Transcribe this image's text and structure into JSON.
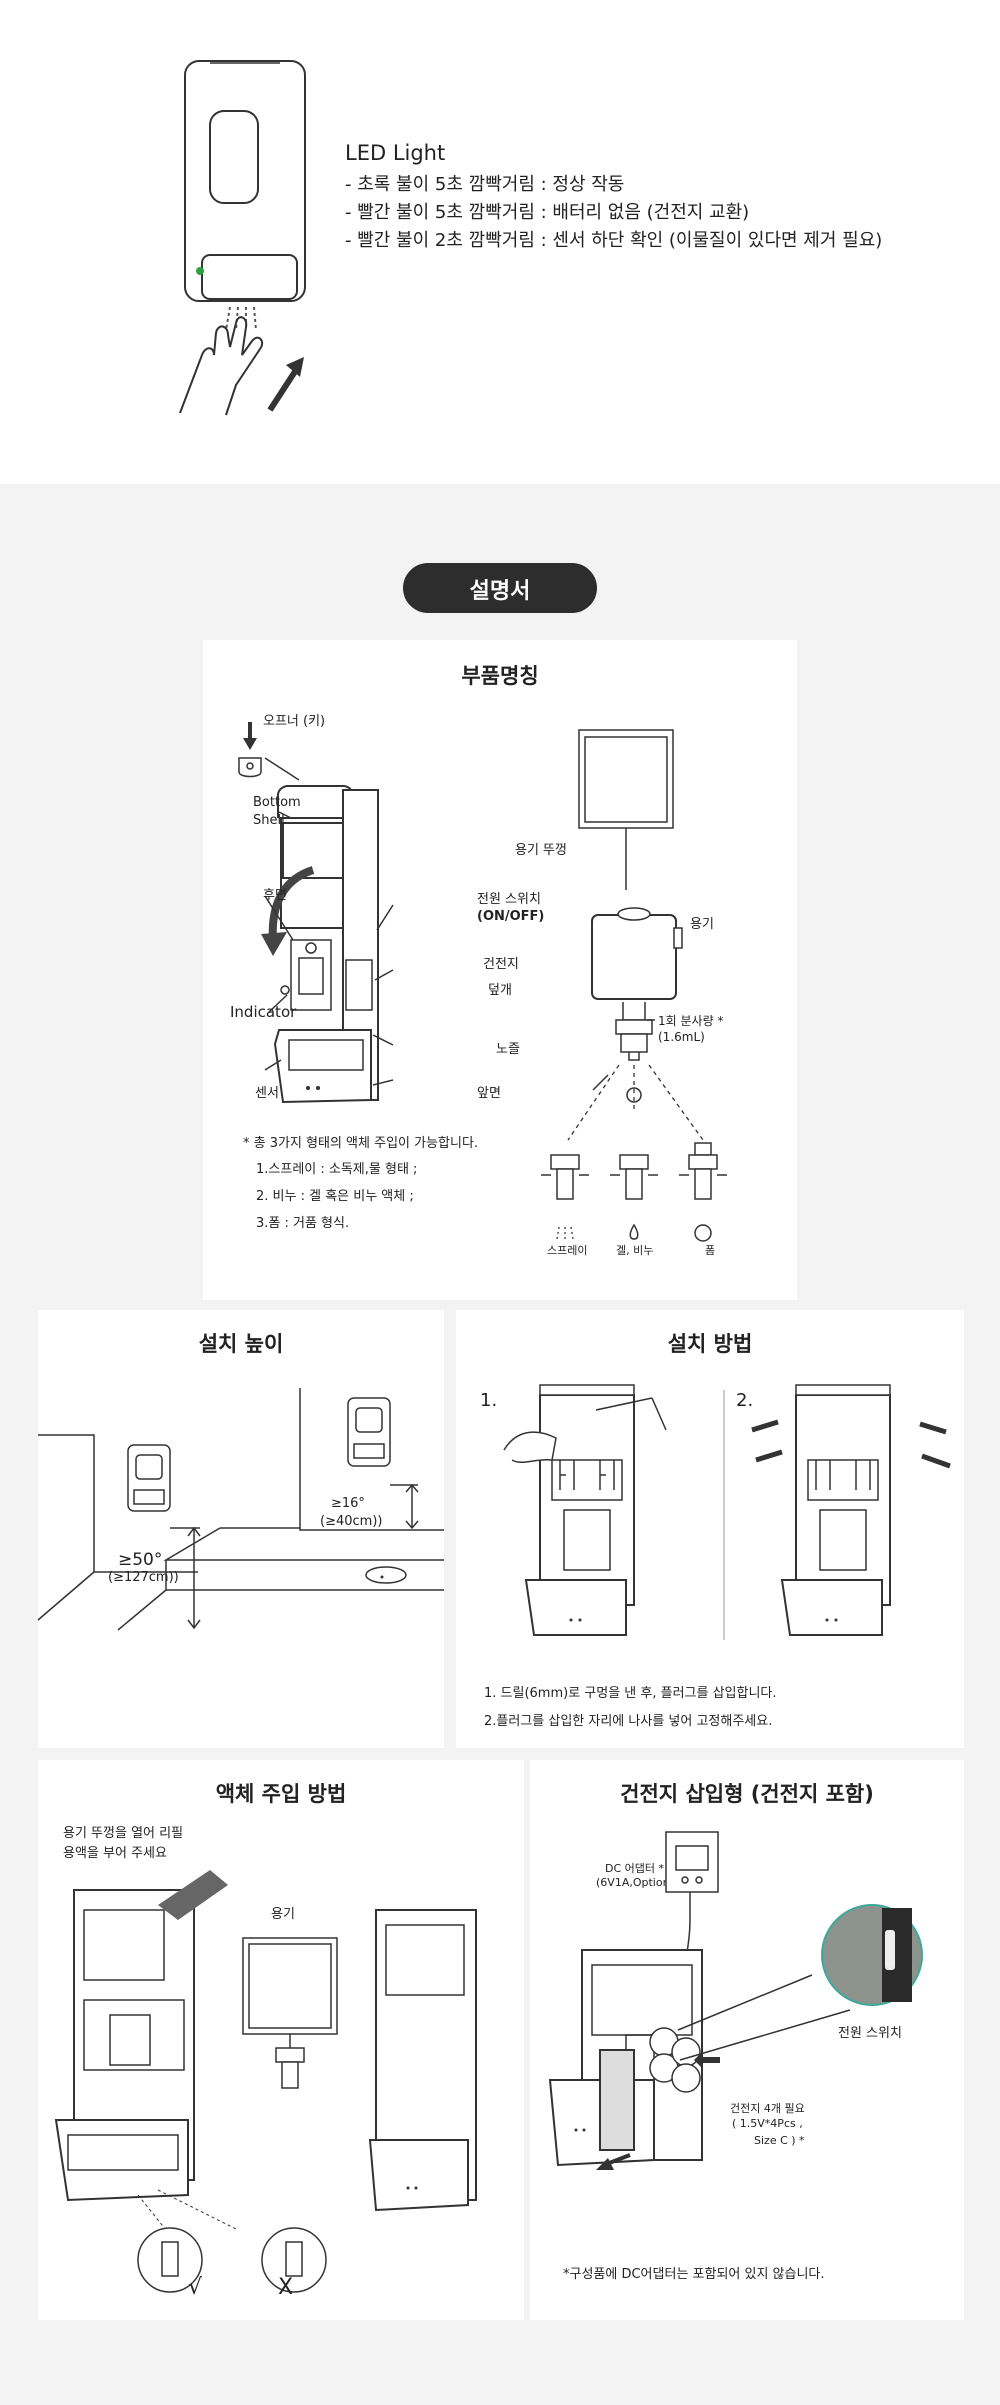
{
  "led": {
    "title": "LED Light",
    "lines": [
      "- 초록 불이 5초 깜빡거림 : 정상 작동",
      "- 빨간 불이 5초 깜빡거림 : 배터리 없음 (건전지 교환)",
      "- 빨간 불이 2초 깜빡거림 : 센서 하단 확인 (이물질이 있다면 제거 필요)"
    ]
  },
  "manual_badge": "설명서",
  "parts": {
    "title": "부품명칭",
    "opener": "오프너 (키)",
    "bottom_shell_1": "Bottom",
    "bottom_shell_2": "Shell",
    "back": "후면",
    "power_switch_1": "전원 스위치",
    "power_switch_2": "(ON/OFF)",
    "battery_cover_1": "건전지",
    "battery_cover_2": "덮개",
    "indicator": "Indicator",
    "nozzle": "노즐",
    "sensor": "센서",
    "front": "앞면",
    "container_lid": "용기 뚜껑",
    "container": "용기",
    "per_spray_1": "1회 분사량 *",
    "per_spray_2": "(1.6mL)",
    "notes": [
      "* 총 3가지 형태의 액체 주입이 가능합니다.",
      "1.스프레이 : 소독제,물 형태 ;",
      "2. 비누 : 겔 혹은 비누 액체 ;",
      "3.폼 : 거품 형식."
    ],
    "types": [
      "스프레이",
      "겔, 비누",
      "폼"
    ]
  },
  "height": {
    "title": "설치 높이",
    "left_1": "≥50°",
    "left_2": "(≥127cm))",
    "right_1": "≥16°",
    "right_2": "(≥40cm))"
  },
  "install": {
    "title": "설치 방법",
    "step1": "1.",
    "step2": "2.",
    "notes": [
      "1. 드릴(6mm)로 구멍을 낸 후, 플러그를 삽입합니다.",
      "2.플러그를 삽입한 자리에 나사를 넣어 고정해주세요."
    ]
  },
  "refill": {
    "title": "액체 주입 방법",
    "instr_1": "용기 뚜껑을 열어 리필",
    "instr_2": "용액을 부어 주세요",
    "container": "용기",
    "ok": "√",
    "ng": "X"
  },
  "battery": {
    "title": "건전지 삽입형 (건전지 포함)",
    "adapter_1": "DC 어댑터 *",
    "adapter_2": "(6V1A,Optional)",
    "power_switch": "전원 스위치",
    "req_1": "건전지 4개 필요",
    "req_2": "( 1.5V*4Pcs ,",
    "req_3": "Size C ) *",
    "note": "*구성품에 DC어댑터는 포함되어 있지 않습니다."
  },
  "colors": {
    "badge_bg": "#2d2d2d",
    "led_green": "#2e9e3e",
    "page_bg": "#f3f3f3"
  }
}
